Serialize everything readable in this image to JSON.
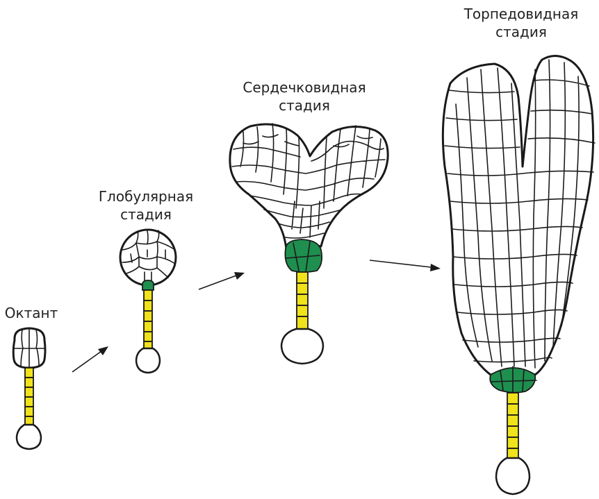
{
  "colors": {
    "suspensor": "#f0e21b",
    "hypophysis": "#1e8f4e",
    "outline": "#1a1a1a",
    "cell_fill": "#ffffff"
  },
  "stages": [
    {
      "label_lines": [
        "Октант"
      ]
    },
    {
      "label_lines": [
        "Глобулярная",
        "стадия"
      ]
    },
    {
      "label_lines": [
        "Сердечковидная",
        "стадия"
      ]
    },
    {
      "label_lines": [
        "Торпедовидная",
        "стадия"
      ]
    }
  ]
}
